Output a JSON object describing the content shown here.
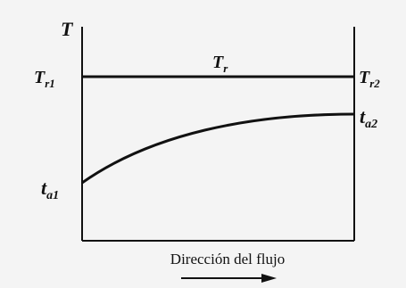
{
  "diagram": {
    "axis_label": "T",
    "hot_fluid_label": "T",
    "hot_fluid_sub": "r",
    "hot_in_label": "T",
    "hot_in_sub": "r1",
    "hot_out_label": "T",
    "hot_out_sub": "r2",
    "cold_in_label": "t",
    "cold_in_sub": "a1",
    "cold_out_label": "t",
    "cold_out_sub": "a2",
    "flow_direction_label": "Dirección del flujo"
  },
  "colors": {
    "background": "#f4f4f4",
    "ink": "#111111"
  }
}
